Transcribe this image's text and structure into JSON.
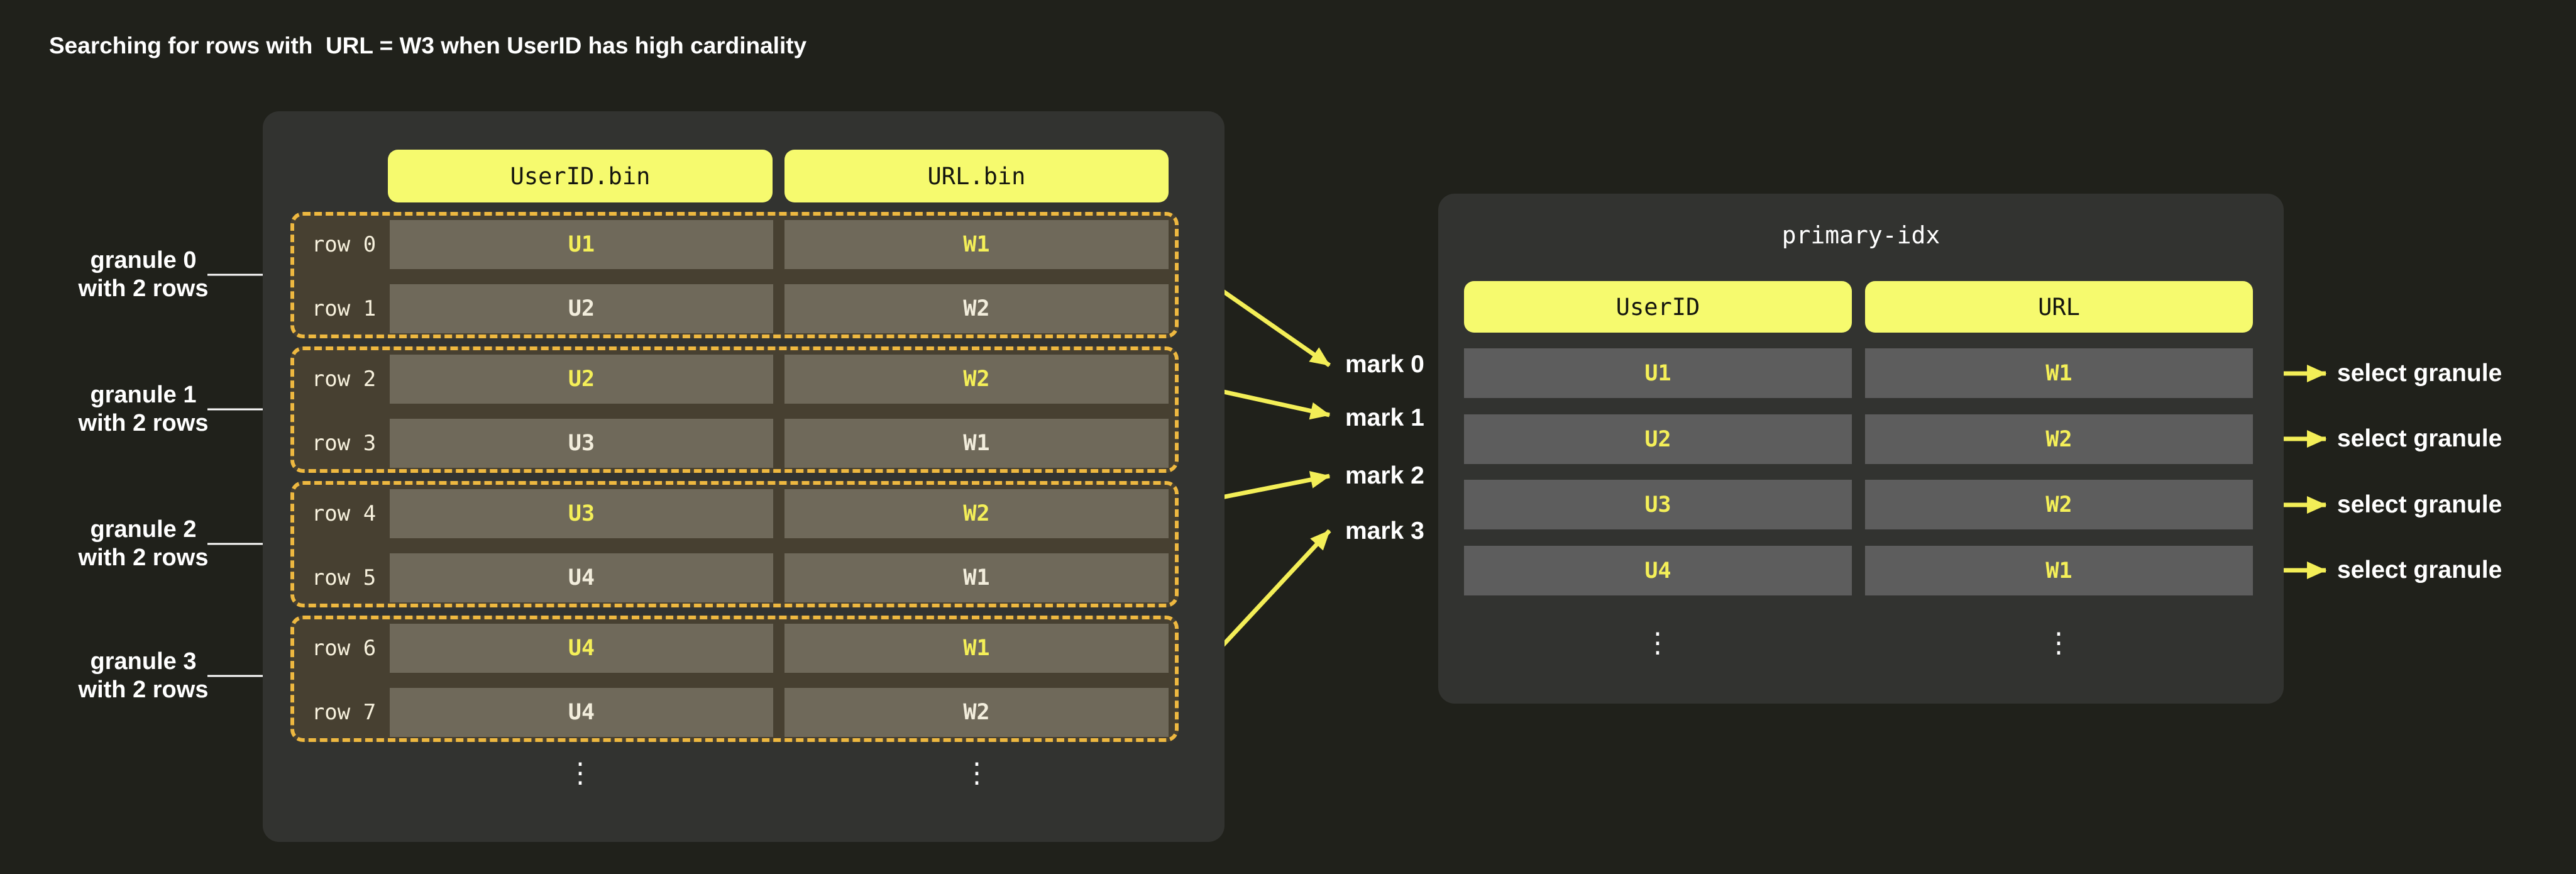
{
  "title": "Searching for rows with  URL = W3 when UserID has high cardinality",
  "left_panel": {
    "column_headers": [
      "UserID.bin",
      "URL.bin"
    ],
    "granules": [
      {
        "label": [
          "granule 0",
          "with 2 rows"
        ],
        "rows": [
          {
            "name": "row 0",
            "userid": "U1",
            "url": "W1",
            "highlight": true
          },
          {
            "name": "row 1",
            "userid": "U2",
            "url": "W2",
            "highlight": false
          }
        ]
      },
      {
        "label": [
          "granule 1",
          "with 2 rows"
        ],
        "rows": [
          {
            "name": "row 2",
            "userid": "U2",
            "url": "W2",
            "highlight": true
          },
          {
            "name": "row 3",
            "userid": "U3",
            "url": "W1",
            "highlight": false
          }
        ]
      },
      {
        "label": [
          "granule 2",
          "with 2 rows"
        ],
        "rows": [
          {
            "name": "row 4",
            "userid": "U3",
            "url": "W2",
            "highlight": true
          },
          {
            "name": "row 5",
            "userid": "U4",
            "url": "W1",
            "highlight": false
          }
        ]
      },
      {
        "label": [
          "granule 3",
          "with 2 rows"
        ],
        "rows": [
          {
            "name": "row 6",
            "userid": "U4",
            "url": "W1",
            "highlight": true
          },
          {
            "name": "row 7",
            "userid": "U4",
            "url": "W2",
            "highlight": false
          }
        ]
      }
    ],
    "ellipsis": "⋮"
  },
  "marks": [
    "mark 0",
    "mark 1",
    "mark 2",
    "mark 3"
  ],
  "right_panel": {
    "title": "primary-idx",
    "column_headers": [
      "UserID",
      "URL"
    ],
    "rows": [
      {
        "userid": "U1",
        "url": "W1"
      },
      {
        "userid": "U2",
        "url": "W2"
      },
      {
        "userid": "U3",
        "url": "W2"
      },
      {
        "userid": "U4",
        "url": "W1"
      }
    ],
    "ellipsis": "⋮",
    "row_action": "select granule"
  },
  "colors": {
    "background": "#20211b",
    "panel": "#323330",
    "header_yellow": "#f6fa6e",
    "granule_border_orange": "#eeb840",
    "granule_background": "#474031",
    "left_cell": "#6f695a",
    "right_cell": "#5d5d5d",
    "accent_yellow_text": "#f4ef58",
    "arrow_yellow": "#f3ee57",
    "row_label_cream": "#f7f1dd",
    "white_text": "#ffffff"
  }
}
